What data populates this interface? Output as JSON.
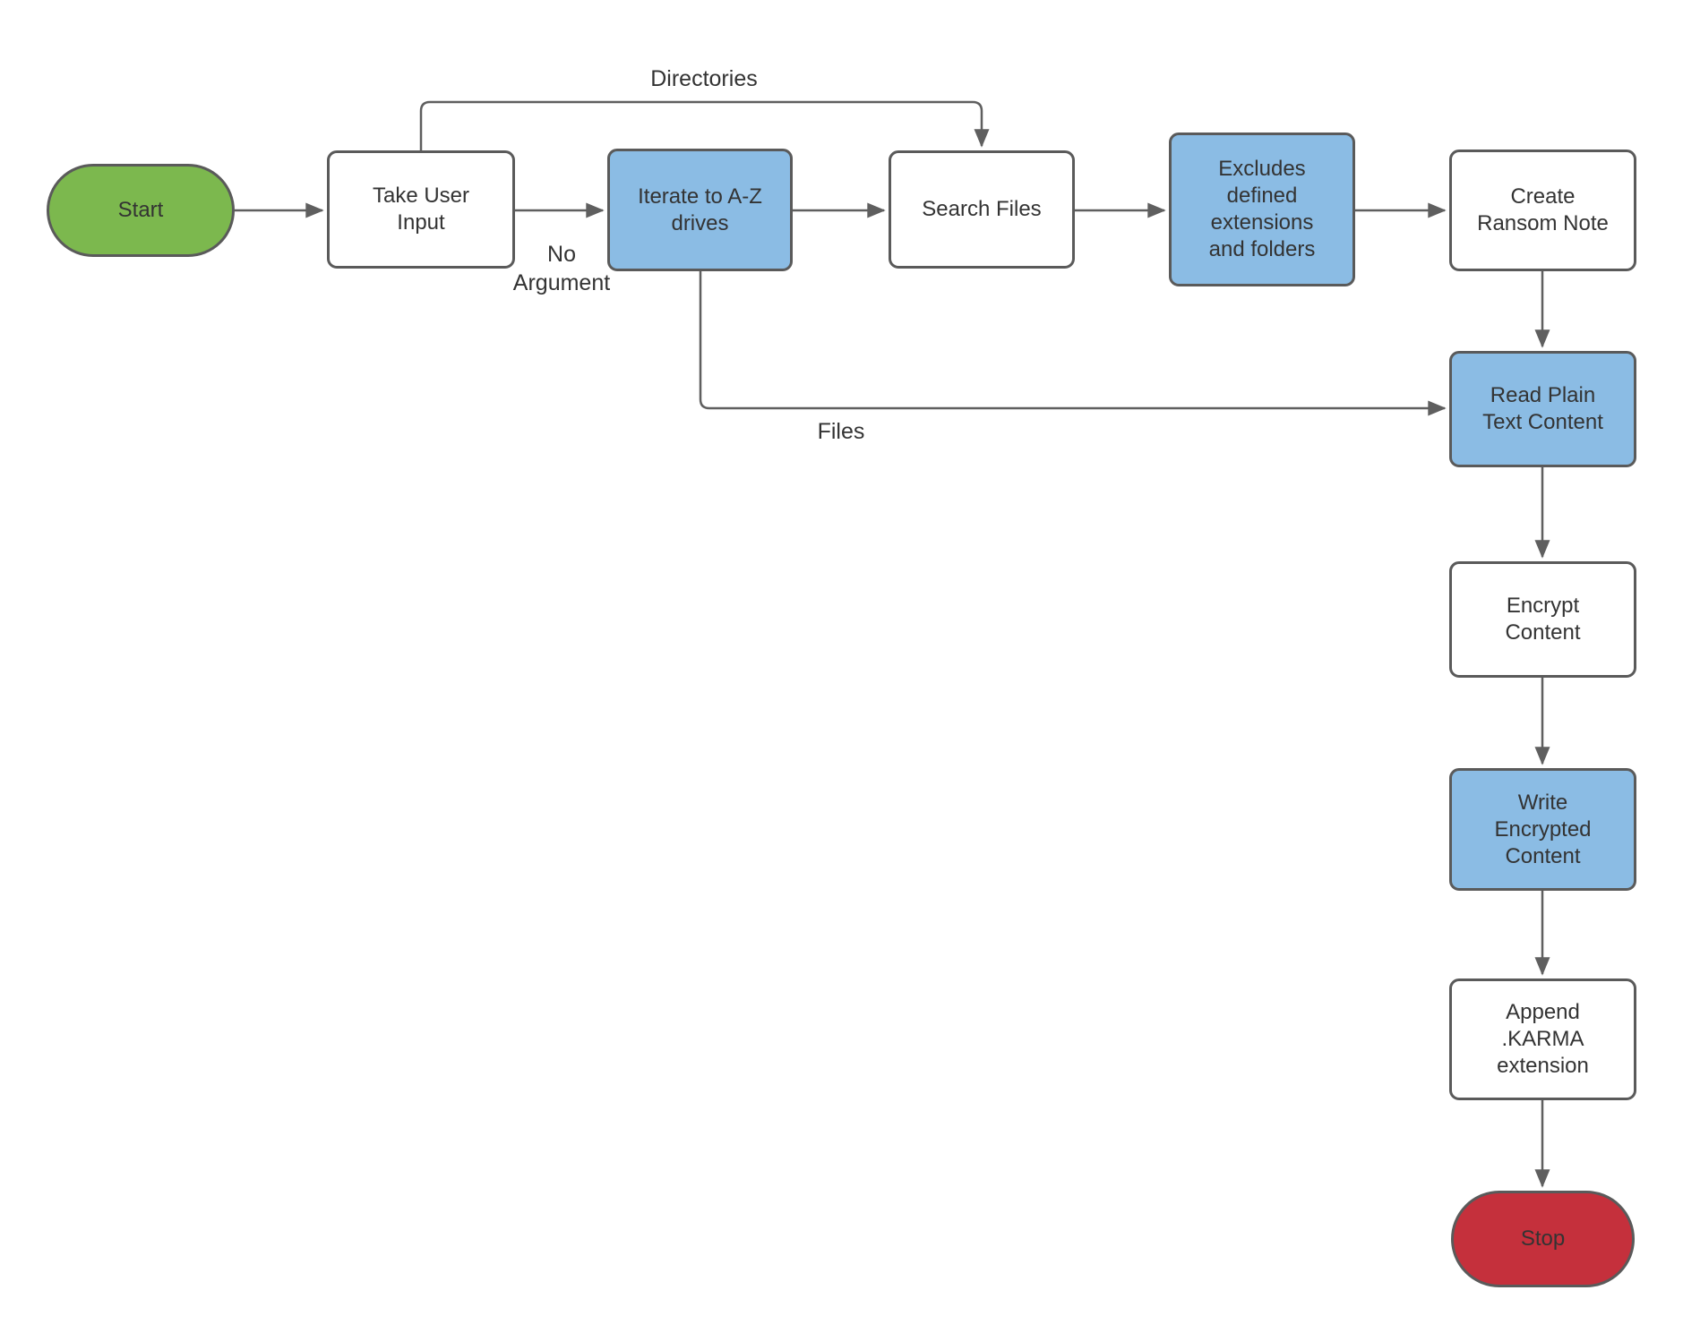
{
  "diagram": {
    "type": "flowchart",
    "colors": {
      "node_border": "#5a5a5a",
      "connector": "#5f5f5f",
      "text": "#333333",
      "terminator_start_fill": "#7cb84e",
      "terminator_stop_fill": "#c5303c",
      "process_fill": "#ffffff",
      "highlight_fill": "#8bbce4"
    },
    "nodes": [
      {
        "id": "start",
        "label": "Start",
        "shape": "terminator",
        "fill": "green"
      },
      {
        "id": "take-user-input",
        "label": "Take User\nInput",
        "shape": "process",
        "fill": "white"
      },
      {
        "id": "iterate-drives",
        "label": "Iterate to A-Z\ndrives",
        "shape": "process",
        "fill": "blue"
      },
      {
        "id": "search-files",
        "label": "Search Files",
        "shape": "process",
        "fill": "white"
      },
      {
        "id": "excludes-extensions",
        "label": "Excludes\ndefined\nextensions\nand folders",
        "shape": "process",
        "fill": "blue"
      },
      {
        "id": "create-ransom-note",
        "label": "Create\nRansom Note",
        "shape": "process",
        "fill": "white"
      },
      {
        "id": "read-plain-text",
        "label": "Read Plain\nText Content",
        "shape": "process",
        "fill": "blue"
      },
      {
        "id": "encrypt-content",
        "label": "Encrypt\nContent",
        "shape": "process",
        "fill": "white"
      },
      {
        "id": "write-encrypted",
        "label": "Write\nEncrypted\nContent",
        "shape": "process",
        "fill": "blue"
      },
      {
        "id": "append-karma",
        "label": "Append\n.KARMA\nextension",
        "shape": "process",
        "fill": "white"
      },
      {
        "id": "stop",
        "label": "Stop",
        "shape": "terminator",
        "fill": "red"
      }
    ],
    "edges": [
      {
        "from": "start",
        "to": "take-user-input",
        "label": ""
      },
      {
        "from": "take-user-input",
        "to": "search-files",
        "label": "Directories"
      },
      {
        "from": "take-user-input",
        "to": "iterate-drives",
        "label": "No\nArgument"
      },
      {
        "from": "iterate-drives",
        "to": "search-files",
        "label": ""
      },
      {
        "from": "search-files",
        "to": "excludes-extensions",
        "label": ""
      },
      {
        "from": "excludes-extensions",
        "to": "create-ransom-note",
        "label": ""
      },
      {
        "from": "create-ransom-note",
        "to": "read-plain-text",
        "label": ""
      },
      {
        "from": "iterate-drives",
        "to": "read-plain-text",
        "label": "Files"
      },
      {
        "from": "read-plain-text",
        "to": "encrypt-content",
        "label": ""
      },
      {
        "from": "encrypt-content",
        "to": "write-encrypted",
        "label": ""
      },
      {
        "from": "write-encrypted",
        "to": "append-karma",
        "label": ""
      },
      {
        "from": "append-karma",
        "to": "stop",
        "label": ""
      }
    ]
  }
}
